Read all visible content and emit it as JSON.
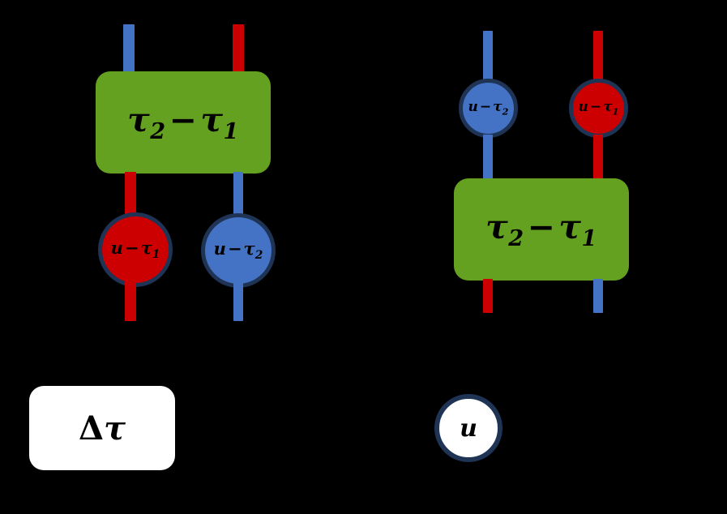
{
  "figure": {
    "background": "#000000",
    "palette": {
      "green_gate": "#65A120",
      "red_wire": "#CC0000",
      "blue_wire": "#4472C4",
      "node_border": "#1F3355",
      "legend_fill": "#FFFFFF",
      "text": "#000000"
    }
  },
  "left_panel": {
    "name": "delta-tau-first-circuit",
    "gate": {
      "label_lhs": "τ",
      "label_lhs_sub": "2",
      "label_op": "−",
      "label_rhs": "τ",
      "label_rhs_sub": "1",
      "fill": "#65A120"
    },
    "top_wires": [
      {
        "name": "top-left-wire",
        "color": "#4472C4"
      },
      {
        "name": "top-right-wire",
        "color": "#CC0000"
      }
    ],
    "mid_wires": [
      {
        "name": "mid-left-wire",
        "color": "#CC0000"
      },
      {
        "name": "mid-right-wire",
        "color": "#4472C4"
      }
    ],
    "nodes": [
      {
        "name": "node-u-minus-tau1",
        "fill": "#CC0000",
        "label_lhs": "u",
        "label_op": "−",
        "label_rhs": "τ",
        "label_rhs_sub": "1"
      },
      {
        "name": "node-u-minus-tau2",
        "fill": "#4472C4",
        "label_lhs": "u",
        "label_op": "−",
        "label_rhs": "τ",
        "label_rhs_sub": "2"
      }
    ],
    "bottom_wires": [
      {
        "name": "bottom-left-wire",
        "color": "#CC0000"
      },
      {
        "name": "bottom-right-wire",
        "color": "#4472C4"
      }
    ]
  },
  "right_panel": {
    "name": "u-shift-first-circuit",
    "top_wires": [
      {
        "name": "top-left-wire",
        "color": "#4472C4"
      },
      {
        "name": "top-right-wire",
        "color": "#CC0000"
      }
    ],
    "nodes": [
      {
        "name": "node-u-minus-tau2",
        "fill": "#4472C4",
        "label_lhs": "u",
        "label_op": "−",
        "label_rhs": "τ",
        "label_rhs_sub": "2"
      },
      {
        "name": "node-u-minus-tau1",
        "fill": "#CC0000",
        "label_lhs": "u",
        "label_op": "−",
        "label_rhs": "τ",
        "label_rhs_sub": "1"
      }
    ],
    "mid_wires": [
      {
        "name": "mid-left-wire",
        "color": "#4472C4"
      },
      {
        "name": "mid-right-wire",
        "color": "#CC0000"
      }
    ],
    "gate": {
      "label_lhs": "τ",
      "label_lhs_sub": "2",
      "label_op": "−",
      "label_rhs": "τ",
      "label_rhs_sub": "1",
      "fill": "#65A120"
    },
    "bottom_wires": [
      {
        "name": "bottom-left-wire",
        "color": "#CC0000"
      },
      {
        "name": "bottom-right-wire",
        "color": "#4472C4"
      }
    ]
  },
  "legend": {
    "box": {
      "name": "legend-delta-tau-box",
      "label_delta": "Δ",
      "label_tau": "τ",
      "fill": "#FFFFFF"
    },
    "circle": {
      "name": "legend-u-circle",
      "label": "u",
      "fill": "#FFFFFF",
      "border": "#1F3355"
    }
  }
}
